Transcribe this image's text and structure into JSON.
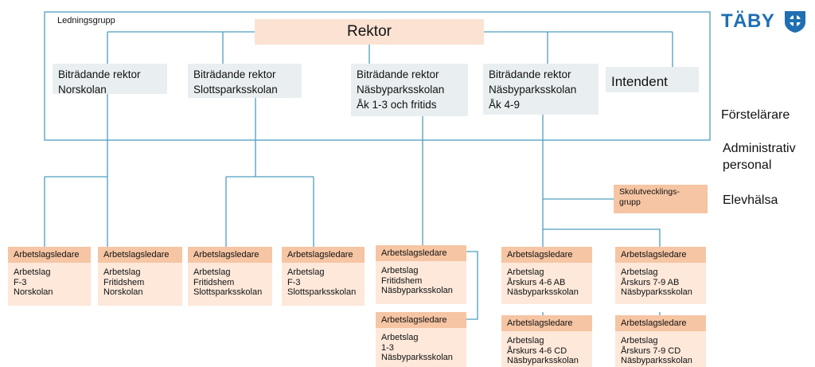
{
  "logo": {
    "text": "TÄBY"
  },
  "group_label": "Ledningsgrupp",
  "rektor": "Rektor",
  "deputies": [
    {
      "lines": [
        "Biträdande rektor",
        "Norskolan"
      ]
    },
    {
      "lines": [
        "Biträdande rektor",
        "Slottsparksskolan"
      ]
    },
    {
      "lines": [
        "Biträdande rektor",
        "Näsbyparksskolan",
        "Åk 1-3 och fritids"
      ]
    },
    {
      "lines": [
        "Biträdande rektor",
        "Näsbyparksskolan",
        "Åk 4-9"
      ]
    }
  ],
  "intendent": "Intendent",
  "side_items": {
    "forstelarare": "Förstelärare",
    "admin": [
      "Administrativ",
      "personal"
    ],
    "elevhalsa": "Elevhälsa"
  },
  "skolutveckling": [
    "Skolutvecklings-",
    "grupp"
  ],
  "team_header": "Arbetslagsledare",
  "teams": [
    {
      "lines": [
        "Arbetslag",
        "F-3",
        "Norskolan"
      ]
    },
    {
      "lines": [
        "Arbetslag",
        "Fritidshem",
        "Norskolan"
      ]
    },
    {
      "lines": [
        "Arbetslag",
        "Fritidshem",
        "Slottsparksskolan"
      ]
    },
    {
      "lines": [
        "Arbetslag",
        "F-3",
        "Slottsparksskolan"
      ]
    },
    {
      "lines": [
        "Arbetslag",
        "Fritidshem",
        "Näsbyparksskolan"
      ]
    },
    {
      "lines": [
        "Arbetslag",
        "1-3",
        "Näsbyparksskolan"
      ]
    },
    {
      "lines": [
        "Arbetslag",
        "Årskurs 4-6 AB",
        "Näsbyparksskolan"
      ]
    },
    {
      "lines": [
        "Arbetslag",
        "Årskurs 4-6 CD",
        "Näsbyparksskolan"
      ]
    },
    {
      "lines": [
        "Arbetslag",
        "Årskurs 7-9 AB",
        "Näsbyparksskolan"
      ]
    },
    {
      "lines": [
        "Arbetslag",
        "Årskurs 7-9 CD",
        "Näsbyparksskolan"
      ]
    }
  ],
  "colors": {
    "line": "#4d9fbf",
    "orange_dark": "#f6c5a3",
    "orange_light": "#fde8da",
    "grey": "#e9eef0",
    "rektor": "#fbe2d2",
    "logo": "#1f6fb2"
  }
}
